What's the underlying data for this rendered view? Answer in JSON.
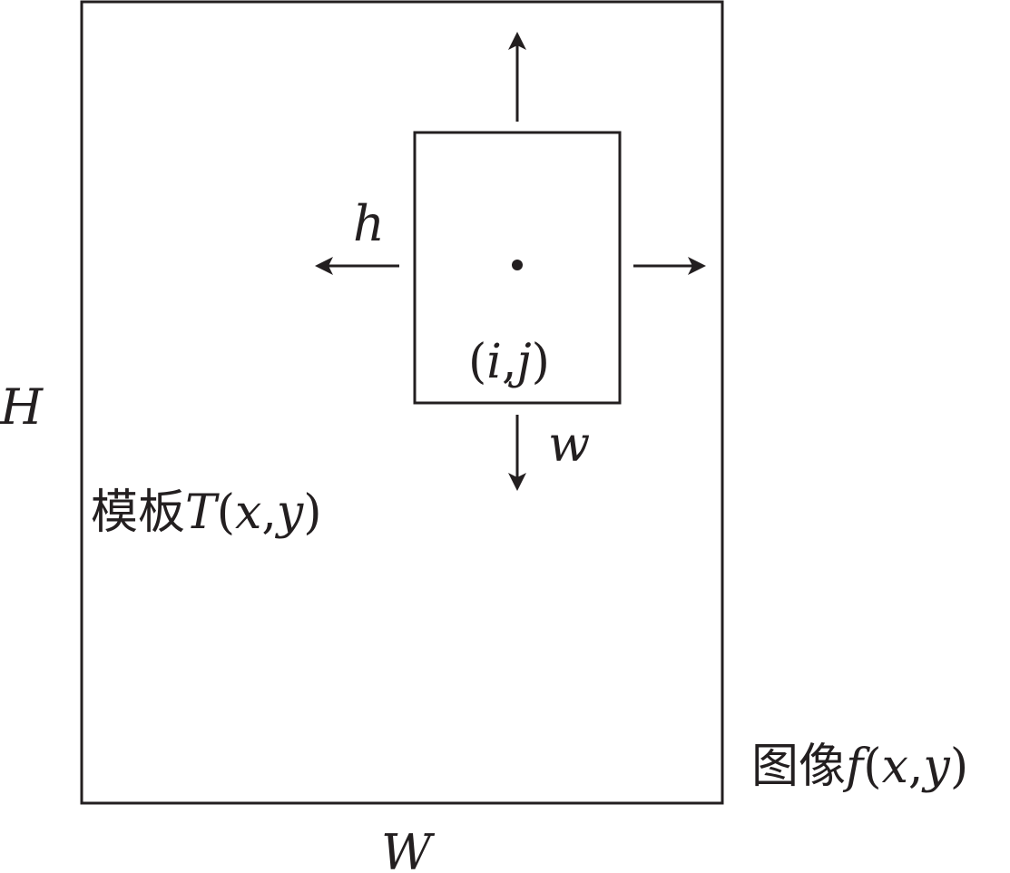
{
  "diagram": {
    "labels": {
      "height_H": "H",
      "width_W": "W",
      "template_h": "h",
      "template_w": "w",
      "point_open": "(",
      "point_i": "i",
      "point_comma": ",",
      "point_j": "j",
      "point_close": ")",
      "template_cn": "模板",
      "template_T": "T",
      "template_args_open": "(",
      "template_x": "x",
      "template_comma": ",",
      "template_y": "y",
      "template_args_close": ")",
      "image_cn": "图像",
      "image_f": "f",
      "image_args_open": "(",
      "image_x": "x",
      "image_comma": ",",
      "image_y": "y",
      "image_args_close": ")"
    },
    "colors": {
      "stroke": "#231f20",
      "background": "#ffffff"
    }
  }
}
